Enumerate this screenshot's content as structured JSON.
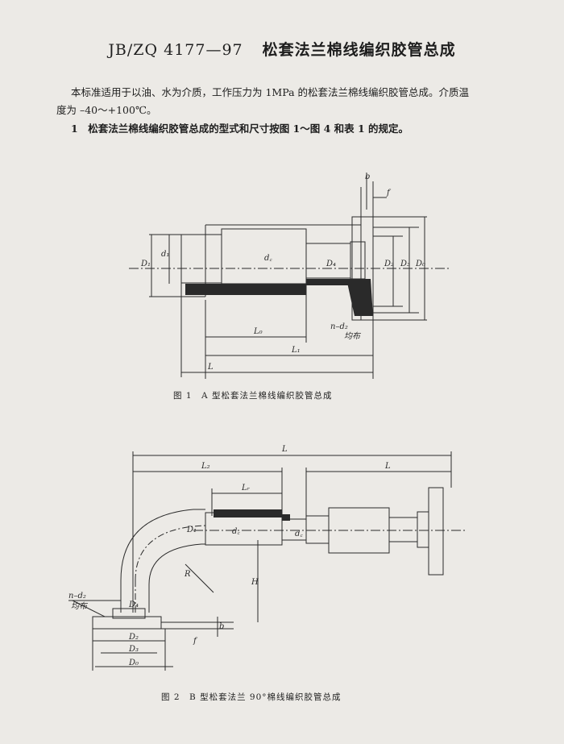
{
  "header": {
    "standard_code": "JB/ZQ 4177—97",
    "title": "松套法兰棉线编织胶管总成"
  },
  "body": {
    "para1_line1": "本标准适用于以油、水为介质，工作压力为 1MPa 的松套法兰棉线编织胶管总成。介质温",
    "para1_line2": "度为 –40～+100℃。",
    "para2": "1　松套法兰棉线编织胶管总成的型式和尺寸按图 1～图 4 和表 1 的规定。"
  },
  "figure1": {
    "caption": "图 1　A 型松套法兰棉线编织胶管总成",
    "labels": {
      "D1": "D₁",
      "d1": "d₁",
      "dc": "d꜀",
      "D4": "D₄",
      "D2": "D₂",
      "D3": "D₃",
      "D0": "D₀",
      "L0": "L₀",
      "L1": "L₁",
      "L": "L",
      "n_d2": "n–d₂",
      "evenly": "均布",
      "b": "b",
      "f": "f"
    }
  },
  "figure2": {
    "caption": "图 2　B 型松套法兰 90°棉线编织胶管总成",
    "labels": {
      "L": "L",
      "L2": "L₂",
      "Lr": "Lᵣ",
      "L_right": "L",
      "D1": "D₁",
      "dc": "d꜀",
      "dc2": "d꜀",
      "R": "R",
      "H": "H",
      "n_d2": "n–d₂",
      "evenly": "均布",
      "D4": "D₄",
      "D2": "D₂",
      "D3": "D₃",
      "D0": "D₀",
      "b": "b",
      "f": "f"
    }
  }
}
